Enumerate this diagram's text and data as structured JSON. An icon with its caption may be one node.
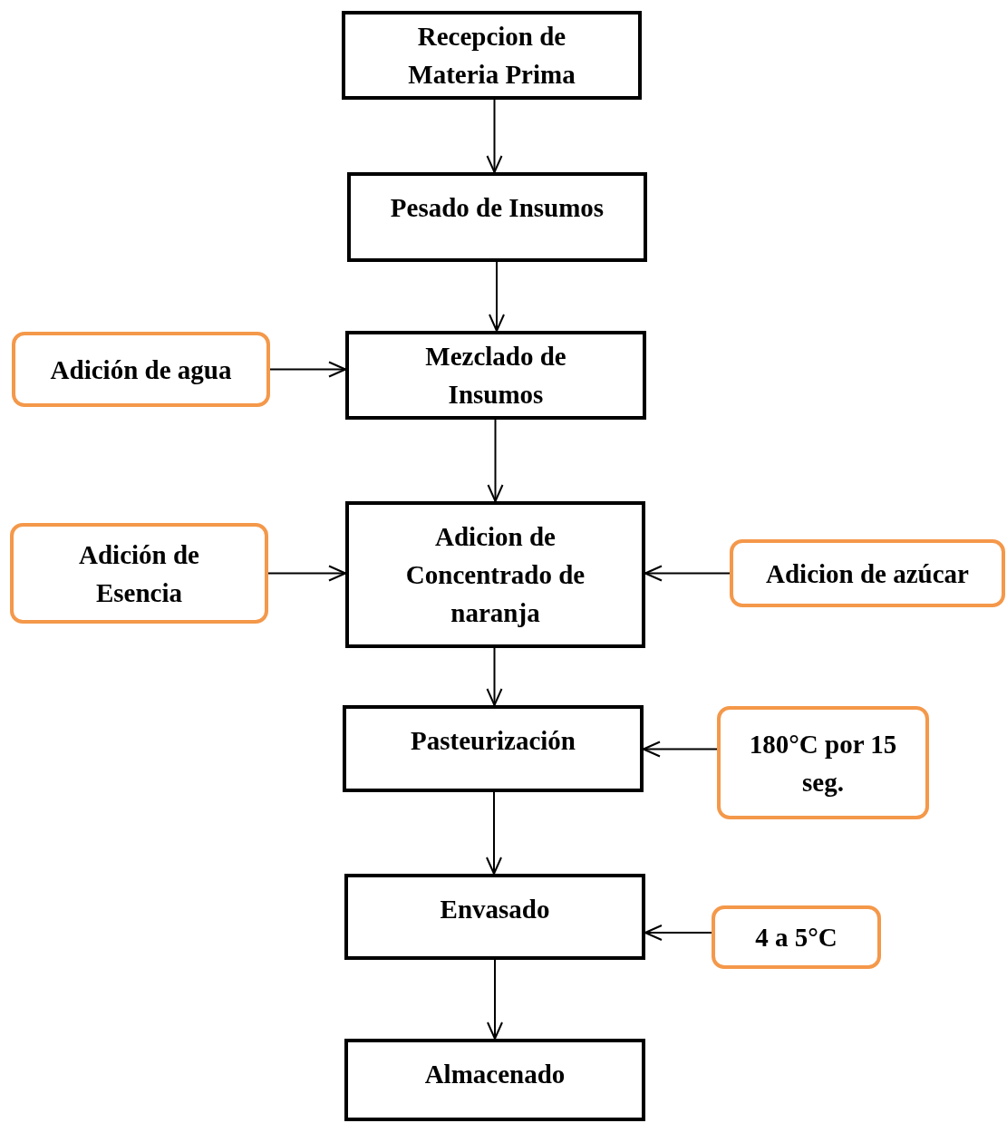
{
  "diagram": {
    "nodes": [
      {
        "text": [
          "Recepcion de Materia Prima"
        ]
      },
      {
        "text": [
          "Pesado de Insumos"
        ]
      },
      {
        "text": [
          "Adición de agua"
        ]
      },
      {
        "text": [
          "Mezclado de Insumos"
        ]
      },
      {
        "text": [
          "Adición de Esencia"
        ]
      },
      {
        "text": [
          "Adicion de Concentrado de naranja"
        ]
      },
      {
        "text": [
          "Adicion de azúcar"
        ]
      },
      {
        "text": [
          "Pasteurización"
        ]
      },
      {
        "text": [
          "180°C por 15 seg."
        ]
      },
      {
        "text": [
          "Envasado"
        ]
      },
      {
        "text": [
          "4 a 5°C"
        ]
      },
      {
        "text": [
          "Almacenado"
        ]
      }
    ],
    "edges": [
      {
        "from": 0,
        "to": 1,
        "arrow": "to"
      },
      {
        "from": 1,
        "to": 3,
        "arrow": "to"
      },
      {
        "from": 2,
        "to": 3,
        "arrow": "to"
      },
      {
        "from": 3,
        "to": 5,
        "arrow": "to"
      },
      {
        "from": 4,
        "to": 5,
        "arrow": "to"
      },
      {
        "from": 6,
        "to": 5,
        "arrow": "to"
      },
      {
        "from": 5,
        "to": 7,
        "arrow": "to"
      },
      {
        "from": 8,
        "to": 7,
        "arrow": "to"
      },
      {
        "from": 7,
        "to": 9,
        "arrow": "to"
      },
      {
        "from": 10,
        "to": 9,
        "arrow": "to"
      },
      {
        "from": 9,
        "to": 11,
        "arrow": "to"
      }
    ]
  }
}
